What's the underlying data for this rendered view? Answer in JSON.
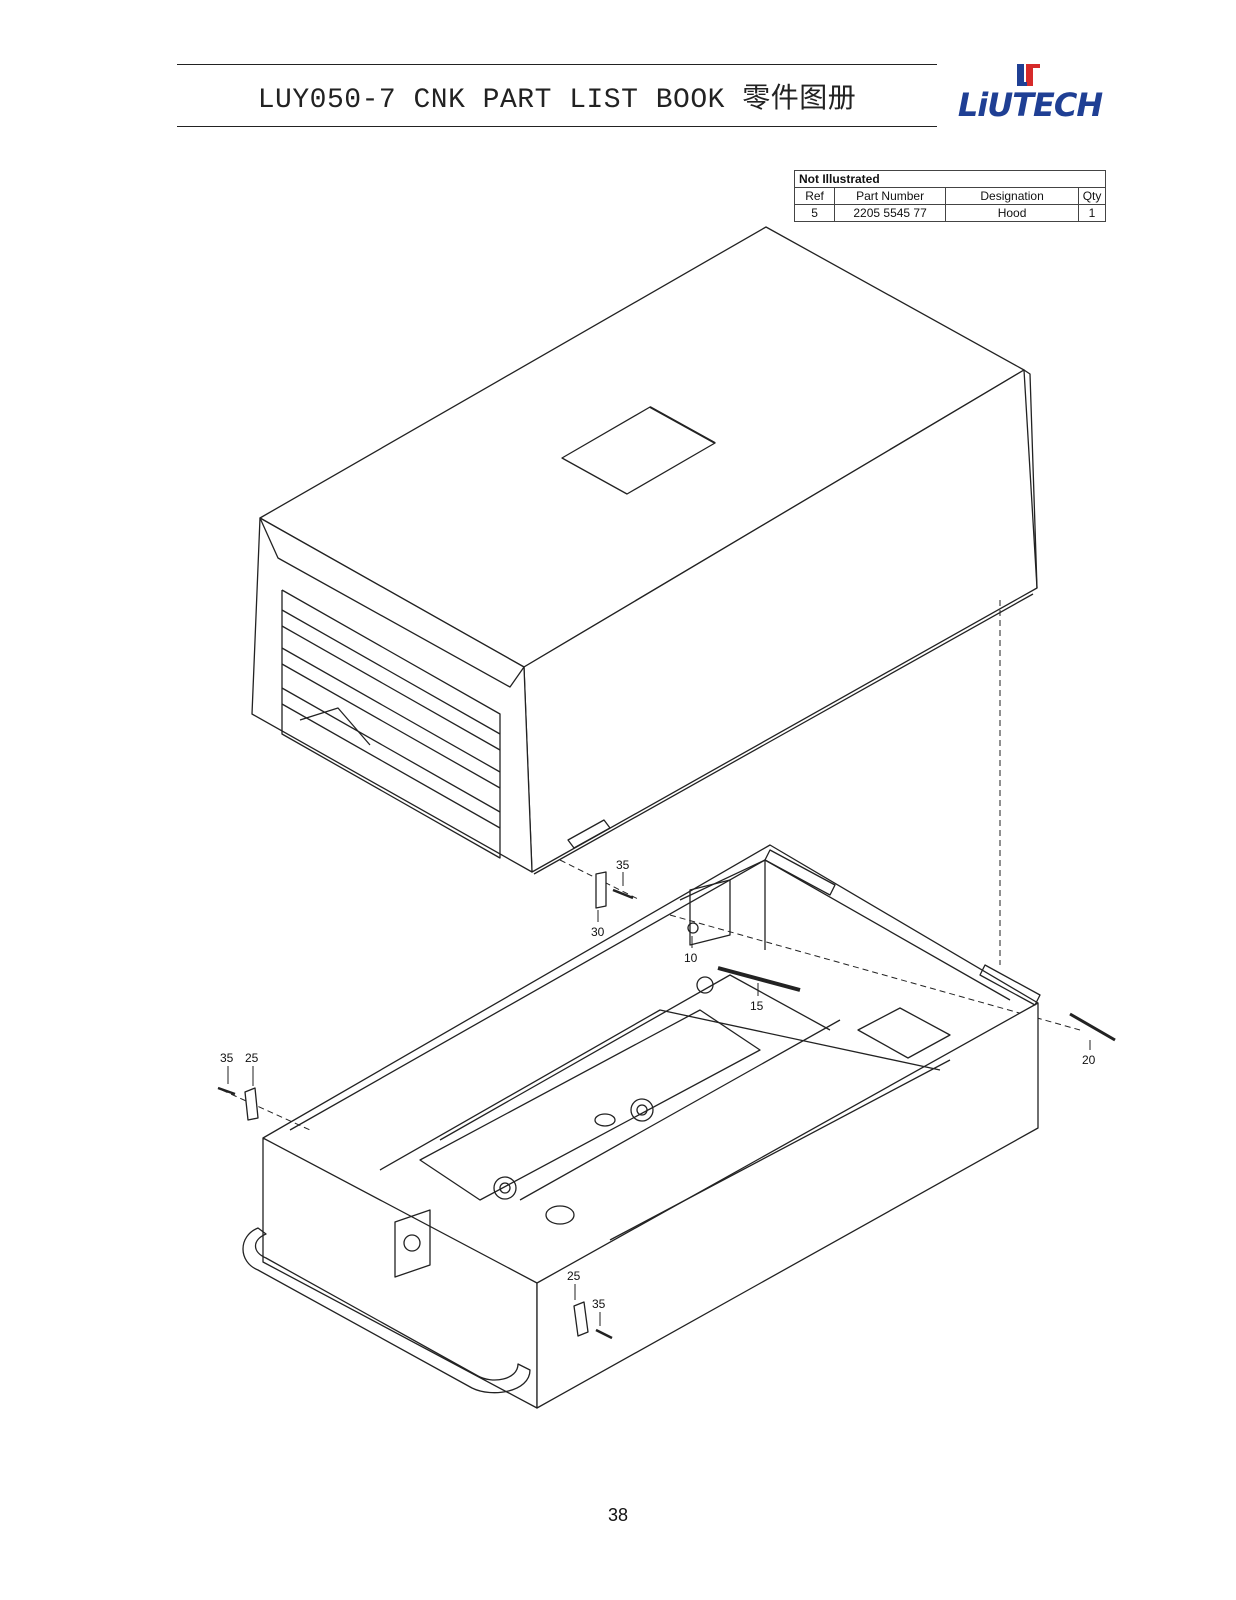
{
  "header": {
    "title": "LUY050-7 CNK PART LIST BOOK 零件图册",
    "logo_text": "LiUTECH"
  },
  "not_illustrated": {
    "caption": "Not Illustrated",
    "columns": [
      "Ref",
      "Part Number",
      "Designation",
      "Qty"
    ],
    "rows": [
      {
        "ref": "5",
        "part_number": "2205 5545 77",
        "designation": "Hood",
        "qty": "1"
      }
    ]
  },
  "callouts": {
    "c35a": "35",
    "c30": "30",
    "c10": "10",
    "c15": "15",
    "c20": "20",
    "c35b": "35",
    "c25a": "25",
    "c25b": "25",
    "c35c": "35"
  },
  "footer": {
    "page_number": "38"
  },
  "colors": {
    "logo_blue": "#1f3f94",
    "logo_red": "#d62a2a",
    "line": "#222222"
  }
}
